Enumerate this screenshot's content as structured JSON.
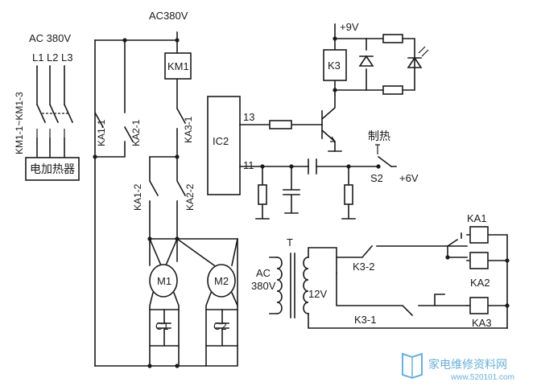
{
  "labels": {
    "ac_left": "AC  380V",
    "l1": "L1",
    "l2": "L2",
    "l3": "L3",
    "km1_contacts": "KM1-1~KM1-3",
    "heater": "电加热器",
    "ka1_1": "KA1-1",
    "ka2_1": "KA2-1",
    "ac_top": "AC380V",
    "km1": "KM1",
    "ka3_1": "KA3-1",
    "ka1_2": "KA1-2",
    "ka2_2": "KA2-2",
    "m1": "M1",
    "m2": "M2",
    "c1": "C1",
    "c2": "C2",
    "plus9v": "+9V",
    "k3": "K3",
    "ic2": "IC2",
    "pin13": "13",
    "pin11": "11",
    "heat": "制热",
    "s2": "S2",
    "plus6v": "+6V",
    "transformer_t": "T",
    "ac_tr": "AC",
    "v380": "380V",
    "v12": "12V",
    "k3_2": "K3-2",
    "k3_1": "K3-1",
    "ka1": "KA1",
    "ka2": "KA2",
    "ka3": "KA3"
  },
  "watermark": {
    "text": "家电维修资料网",
    "url": "www.520101.com"
  },
  "colors": {
    "ink": "#1a1a1a",
    "watermark": "#6ab0d8"
  }
}
